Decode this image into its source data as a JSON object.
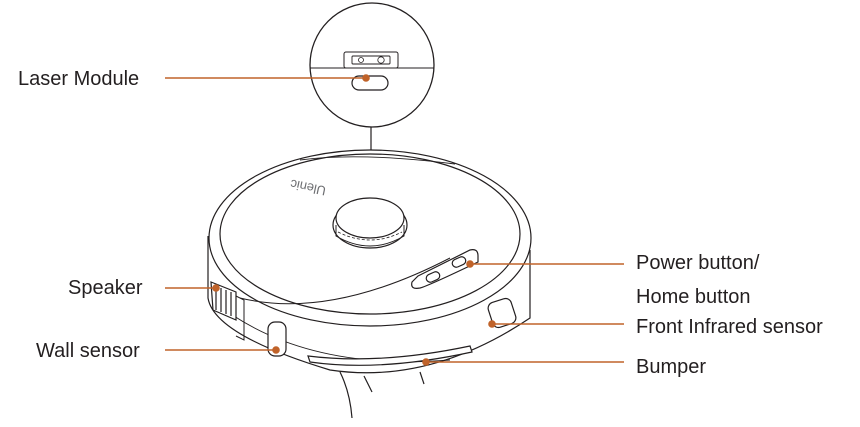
{
  "labels": {
    "laser_module": "Laser Module",
    "speaker": "Speaker",
    "wall_sensor": "Wall sensor",
    "power_button_line1": "Power button/",
    "power_button_line2": "Home button",
    "front_infrared_sensor": "Front Infrared sensor",
    "bumper": "Bumper"
  },
  "brand": "Ulenic",
  "colors": {
    "leader_line": "#c0632a",
    "outline": "#231f20",
    "text": "#231f20"
  }
}
